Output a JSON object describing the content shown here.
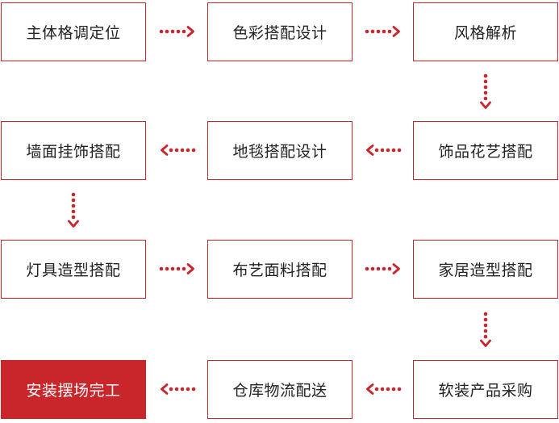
{
  "colors": {
    "accent": "#c8262b",
    "text": "#222222",
    "final_text": "#ffffff"
  },
  "steps": [
    {
      "label": "主体格调定位"
    },
    {
      "label": "色彩搭配设计"
    },
    {
      "label": "风格解析"
    },
    {
      "label": "饰品花艺搭配"
    },
    {
      "label": "地毯搭配设计"
    },
    {
      "label": "墙面挂饰搭配"
    },
    {
      "label": "灯具造型搭配"
    },
    {
      "label": "布艺面料搭配"
    },
    {
      "label": "家居造型搭配"
    },
    {
      "label": "软装产品采购"
    },
    {
      "label": "仓库物流配送"
    },
    {
      "label": "安装摆场完工"
    }
  ],
  "arrow_icon": "dotted-chevron-arrow"
}
